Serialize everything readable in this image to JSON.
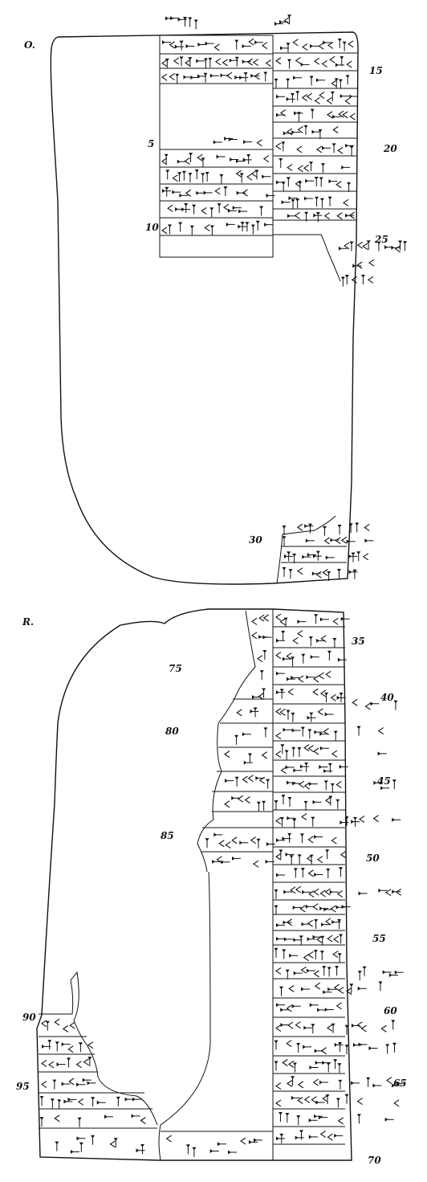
{
  "obverse": {
    "side_label": "O.",
    "line_numbers": [
      {
        "n": "5"
      },
      {
        "n": "10"
      },
      {
        "n": "15"
      },
      {
        "n": "20"
      },
      {
        "n": "25"
      },
      {
        "n": "30"
      }
    ]
  },
  "reverse": {
    "side_label": "R.",
    "line_numbers": [
      {
        "n": "35"
      },
      {
        "n": "40"
      },
      {
        "n": "45"
      },
      {
        "n": "50"
      },
      {
        "n": "55"
      },
      {
        "n": "60"
      },
      {
        "n": "65"
      },
      {
        "n": "70"
      },
      {
        "n": "75"
      },
      {
        "n": "80"
      },
      {
        "n": "85"
      },
      {
        "n": "90"
      },
      {
        "n": "95"
      }
    ]
  }
}
